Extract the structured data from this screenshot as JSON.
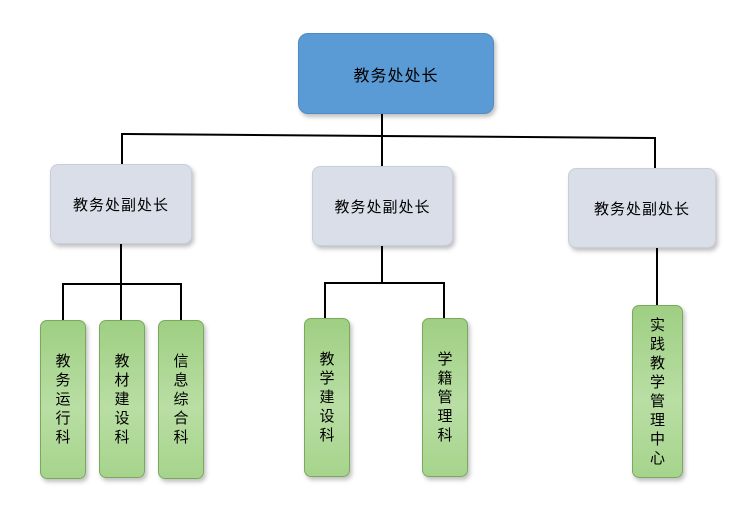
{
  "org_chart": {
    "director": {
      "label": "教务处处长"
    },
    "deputies": [
      {
        "label": "教务处副处长",
        "sections": [
          {
            "label": "教务运行科"
          },
          {
            "label": "教材建设科"
          },
          {
            "label": "信息综合科"
          }
        ]
      },
      {
        "label": "教务处副处长",
        "sections": [
          {
            "label": "教学建设科"
          },
          {
            "label": "学籍管理科"
          }
        ]
      },
      {
        "label": "教务处副处长",
        "sections": [
          {
            "label": "实践教学管理中心"
          }
        ]
      }
    ]
  },
  "colors": {
    "director_fill": "#5b9bd5",
    "deputy_fill": "#d9dee8",
    "section_fill": "#a9d18e",
    "connector": "#000000"
  }
}
